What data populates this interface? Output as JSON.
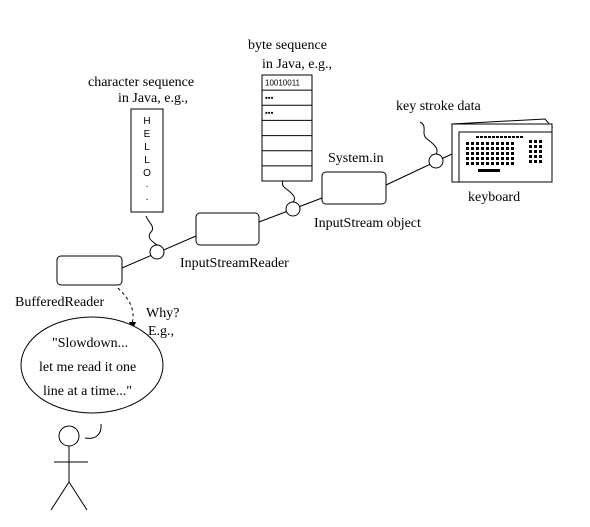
{
  "labels": {
    "character_sequence_line1": "character sequence",
    "character_sequence_line2": "in Java, e.g.,",
    "byte_sequence_line1": "byte sequence",
    "byte_sequence_line2": "in Java, e.g.,",
    "key_stroke_data": "key stroke data",
    "system_in": "System.in",
    "inputstream_object": "InputStream object",
    "keyboard": "keyboard",
    "inputstreamreader": "InputStreamReader",
    "bufferedreader": "BufferedReader",
    "why": "Why?",
    "eg": "E.g.,",
    "speech_line1": "\"Slowdown...",
    "speech_line2": "let me read it one",
    "speech_line3": "line at a time...\""
  },
  "char_cells": [
    "H",
    "E",
    "L",
    "L",
    "O",
    "·",
    "·"
  ],
  "byte_cells": [
    "10010011",
    "•••",
    "•••",
    "",
    "",
    "",
    ""
  ]
}
